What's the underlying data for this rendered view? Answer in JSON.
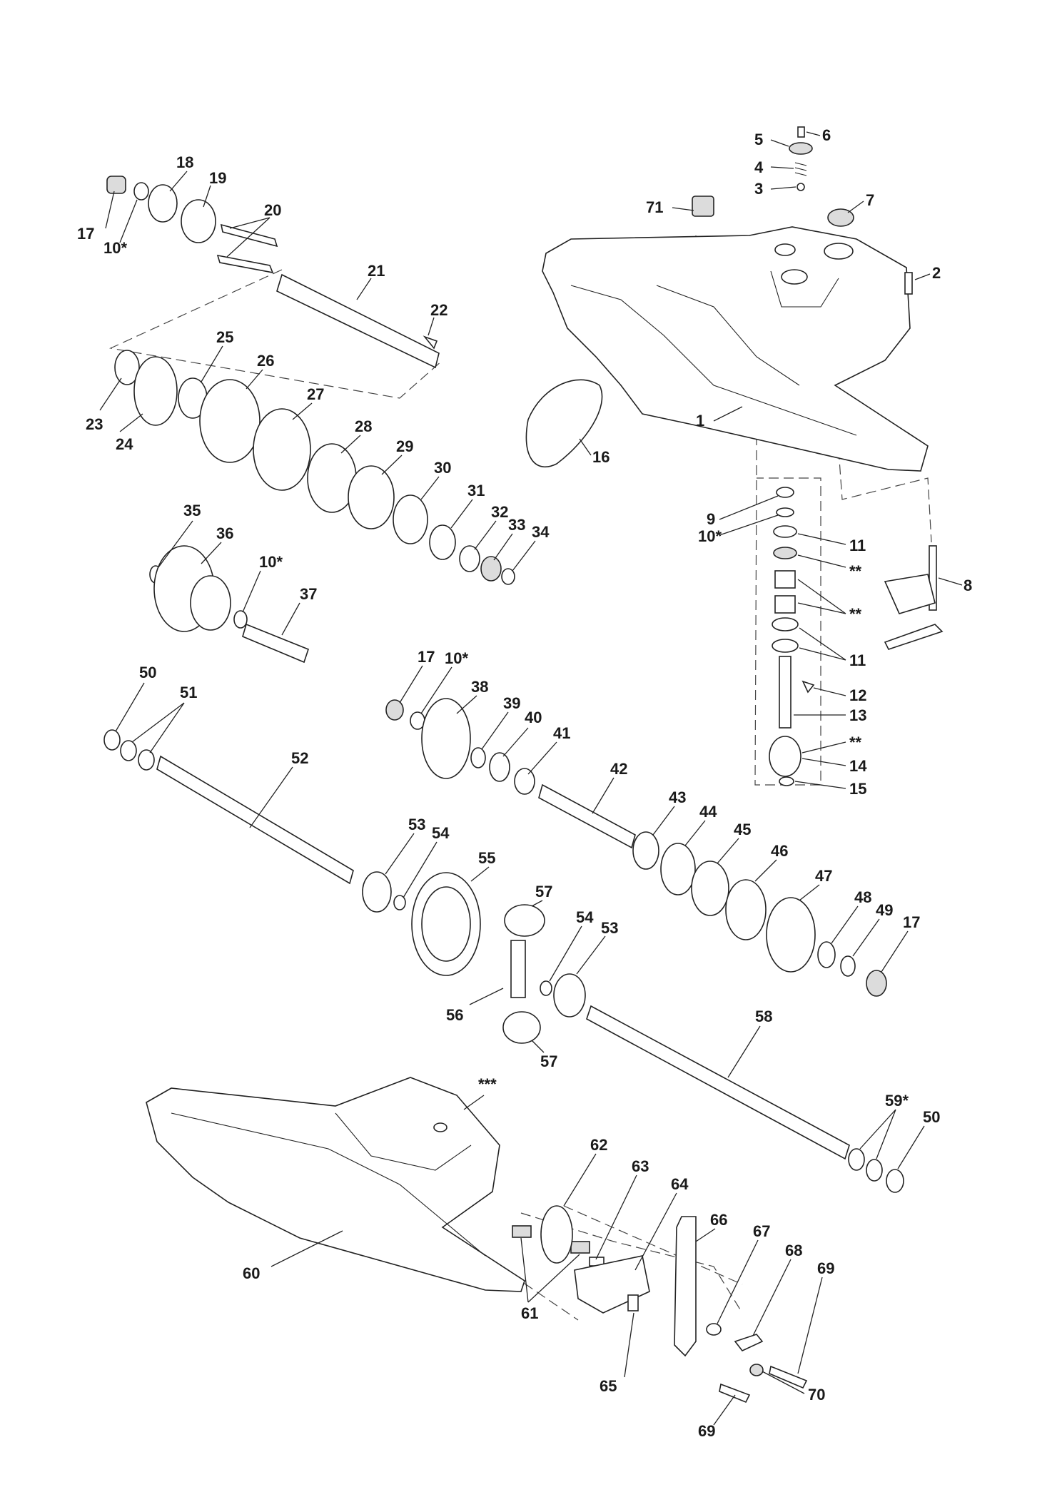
{
  "diagram": {
    "type": "exploded-parts-diagram",
    "callouts": [
      {
        "id": "c1",
        "label": "1"
      },
      {
        "id": "c2",
        "label": "2"
      },
      {
        "id": "c3",
        "label": "3"
      },
      {
        "id": "c4",
        "label": "4"
      },
      {
        "id": "c5",
        "label": "5"
      },
      {
        "id": "c6",
        "label": "6"
      },
      {
        "id": "c7",
        "label": "7"
      },
      {
        "id": "c8",
        "label": "8"
      },
      {
        "id": "c9",
        "label": "9"
      },
      {
        "id": "c10a",
        "label": "10*"
      },
      {
        "id": "c10b",
        "label": "10*"
      },
      {
        "id": "c10c",
        "label": "10*"
      },
      {
        "id": "c10d",
        "label": "10*"
      },
      {
        "id": "c11a",
        "label": "11"
      },
      {
        "id": "c11b",
        "label": "11"
      },
      {
        "id": "c12",
        "label": "12"
      },
      {
        "id": "c13",
        "label": "13"
      },
      {
        "id": "c14",
        "label": "14"
      },
      {
        "id": "c15",
        "label": "15"
      },
      {
        "id": "c16",
        "label": "16"
      },
      {
        "id": "c17a",
        "label": "17"
      },
      {
        "id": "c17b",
        "label": "17"
      },
      {
        "id": "c17c",
        "label": "17"
      },
      {
        "id": "c18",
        "label": "18"
      },
      {
        "id": "c19",
        "label": "19"
      },
      {
        "id": "c20",
        "label": "20"
      },
      {
        "id": "c21",
        "label": "21"
      },
      {
        "id": "c22",
        "label": "22"
      },
      {
        "id": "c23",
        "label": "23"
      },
      {
        "id": "c24",
        "label": "24"
      },
      {
        "id": "c25",
        "label": "25"
      },
      {
        "id": "c26",
        "label": "26"
      },
      {
        "id": "c27",
        "label": "27"
      },
      {
        "id": "c28",
        "label": "28"
      },
      {
        "id": "c29",
        "label": "29"
      },
      {
        "id": "c30",
        "label": "30"
      },
      {
        "id": "c31",
        "label": "31"
      },
      {
        "id": "c32",
        "label": "32"
      },
      {
        "id": "c33",
        "label": "33"
      },
      {
        "id": "c34",
        "label": "34"
      },
      {
        "id": "c35",
        "label": "35"
      },
      {
        "id": "c36",
        "label": "36"
      },
      {
        "id": "c37",
        "label": "37"
      },
      {
        "id": "c38",
        "label": "38"
      },
      {
        "id": "c39",
        "label": "39"
      },
      {
        "id": "c40",
        "label": "40"
      },
      {
        "id": "c41",
        "label": "41"
      },
      {
        "id": "c42",
        "label": "42"
      },
      {
        "id": "c43",
        "label": "43"
      },
      {
        "id": "c44",
        "label": "44"
      },
      {
        "id": "c45",
        "label": "45"
      },
      {
        "id": "c46",
        "label": "46"
      },
      {
        "id": "c47",
        "label": "47"
      },
      {
        "id": "c48",
        "label": "48"
      },
      {
        "id": "c49",
        "label": "49"
      },
      {
        "id": "c50a",
        "label": "50"
      },
      {
        "id": "c50b",
        "label": "50"
      },
      {
        "id": "c51",
        "label": "51"
      },
      {
        "id": "c52",
        "label": "52"
      },
      {
        "id": "c53a",
        "label": "53"
      },
      {
        "id": "c53b",
        "label": "53"
      },
      {
        "id": "c54a",
        "label": "54"
      },
      {
        "id": "c54b",
        "label": "54"
      },
      {
        "id": "c55",
        "label": "55"
      },
      {
        "id": "c56",
        "label": "56"
      },
      {
        "id": "c57a",
        "label": "57"
      },
      {
        "id": "c57b",
        "label": "57"
      },
      {
        "id": "c58",
        "label": "58"
      },
      {
        "id": "c59",
        "label": "59*"
      },
      {
        "id": "c60",
        "label": "60"
      },
      {
        "id": "c61",
        "label": "61"
      },
      {
        "id": "c62",
        "label": "62"
      },
      {
        "id": "c63",
        "label": "63"
      },
      {
        "id": "c64",
        "label": "64"
      },
      {
        "id": "c65",
        "label": "65"
      },
      {
        "id": "c66",
        "label": "66"
      },
      {
        "id": "c67",
        "label": "67"
      },
      {
        "id": "c68",
        "label": "68"
      },
      {
        "id": "c69a",
        "label": "69"
      },
      {
        "id": "c69b",
        "label": "69"
      },
      {
        "id": "c70",
        "label": "70"
      },
      {
        "id": "c71",
        "label": "71"
      },
      {
        "id": "cs1",
        "label": "**"
      },
      {
        "id": "cs2",
        "label": "**"
      },
      {
        "id": "cs3",
        "label": "**"
      },
      {
        "id": "cs4",
        "label": "***"
      }
    ]
  }
}
